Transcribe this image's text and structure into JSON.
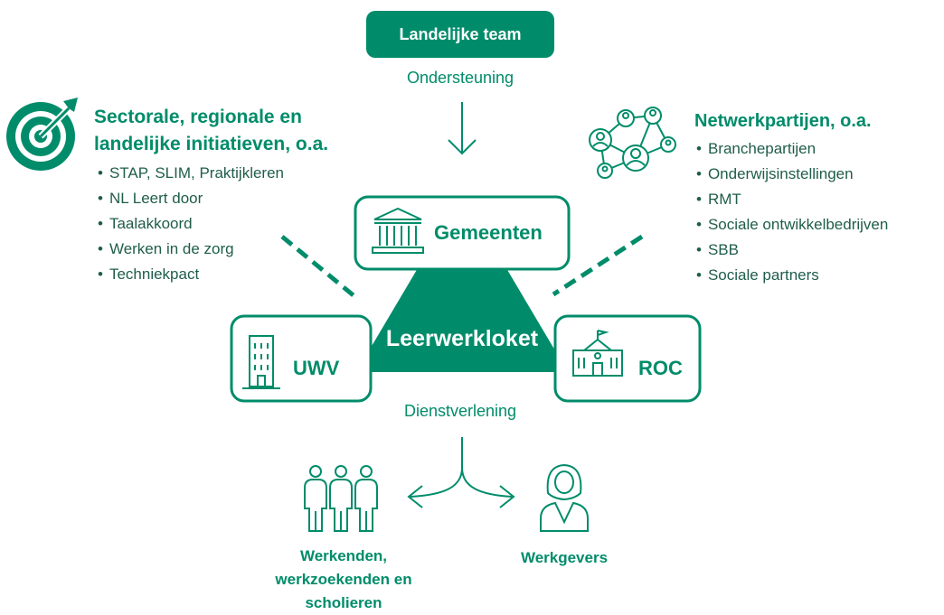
{
  "colors": {
    "brand_green": "#008c6a",
    "dark_text": "#1f5d4a",
    "white": "#ffffff"
  },
  "top": {
    "team_label": "Landelijke team",
    "support_label": "Ondersteuning"
  },
  "left_panel": {
    "icon": "target-icon",
    "title_line1": "Sectorale, regionale en",
    "title_line2": "landelijke initiatieven, o.a.",
    "items": [
      "STAP, SLIM, Praktijkleren",
      "NL Leert door",
      "Taalakkoord",
      "Werken in de zorg",
      "Techniekpact"
    ]
  },
  "right_panel": {
    "icon": "network-icon",
    "title": "Netwerkpartijen, o.a.",
    "items": [
      "Branchepartijen",
      "Onderwijsinstellingen",
      "RMT",
      "Sociale ontwikkelbedrijven",
      "SBB",
      "Sociale partners"
    ]
  },
  "center": {
    "gemeenten_icon": "government-building-icon",
    "gemeenten_label": "Gemeenten",
    "hub_label": "Leerwerkloket",
    "uwv_icon": "office-building-icon",
    "uwv_label": "UWV",
    "roc_icon": "school-icon",
    "roc_label": "ROC",
    "service_label": "Dienstverlening"
  },
  "bottom": {
    "workers_icon": "people-group-icon",
    "workers_line1": "Werkenden,",
    "workers_line2": "werkzoekenden en",
    "workers_line3": "scholieren",
    "employer_icon": "employer-person-icon",
    "employer_label": "Werkgevers"
  }
}
